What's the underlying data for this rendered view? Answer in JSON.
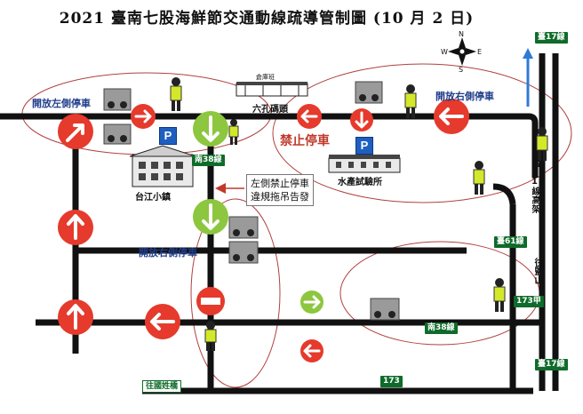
{
  "title": "2021 臺南七股海鮮節交通動線疏導管制圖 (10 月 2 日)",
  "compass": {
    "n": "N",
    "s": "S",
    "e": "E",
    "w": "W"
  },
  "labels": {
    "open_left": "開放左側停車",
    "open_right_top": "開放右側停車",
    "open_right_mid": "開放右側停車",
    "no_parking": "禁止停車",
    "callout_line1": "左側禁止停車",
    "callout_line2": "違規拖吊告發",
    "school": "台江小鎮",
    "market_sign": "倉庫班",
    "wharf": "六孔碼頭",
    "aquaculture": "水產試驗所",
    "to_yanshan_vert": "往鹽山",
    "to_guoxing": "往國姓橋",
    "highway_vert": "台61線高架"
  },
  "routes": {
    "r38_top": "南38線",
    "r38_bottom": "南38線",
    "r17_top": "臺17線",
    "r17_bottom": "臺17線",
    "r61": "臺61線",
    "r173a": "173甲",
    "r173": "173"
  },
  "parking_symbol": "P",
  "colors": {
    "road": "#111111",
    "sign_red": "#e53a2c",
    "sign_green": "#8dc63f",
    "route_green": "#0f6b2a",
    "parking_blue": "#1f5fbf",
    "ellipse": "#b04040",
    "label_blue": "#1f3d8a"
  }
}
